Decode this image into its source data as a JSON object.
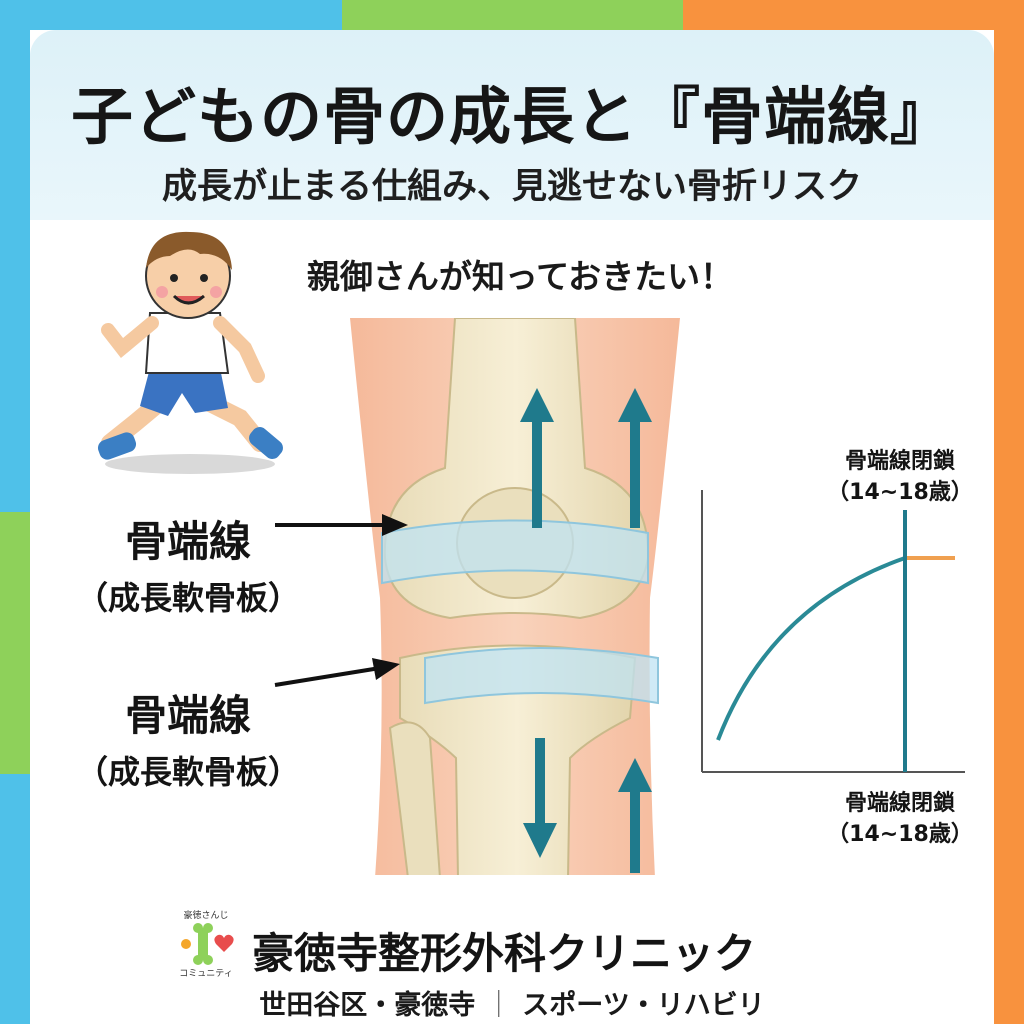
{
  "header": {
    "title": "子どもの骨の成長と『骨端線』",
    "subtitle": "成長が止まる仕組み、見逃せない骨折リスク"
  },
  "lead": "親御さんが知っておきたい！",
  "diagram": {
    "upper_label": {
      "main": "骨端線",
      "sub": "（成長軟骨板）"
    },
    "lower_label": {
      "main": "骨端線",
      "sub": "（成長軟骨板）"
    }
  },
  "chart": {
    "top_label": {
      "line1": "骨端線閉鎖",
      "line2": "（14~18歳）"
    },
    "bottom_label": {
      "line1": "骨端線閉鎖",
      "line2": "（14~18歳）"
    },
    "curve_color": "#2a8a96",
    "plateau_color": "#f0a050"
  },
  "footer": {
    "logo_top": "豪徳さんじ",
    "logo_bottom": "コミュニティ",
    "clinic_name": "豪徳寺整形外科クリニック",
    "tagline_left": "世田谷区・豪徳寺",
    "tagline_divider": "｜",
    "tagline_right": "スポーツ・リハビリ"
  },
  "colors": {
    "frame_blue": "#4fc1e9",
    "frame_green": "#8ed15a",
    "frame_orange": "#f8923e",
    "arrow_teal": "#1f7a8c"
  }
}
